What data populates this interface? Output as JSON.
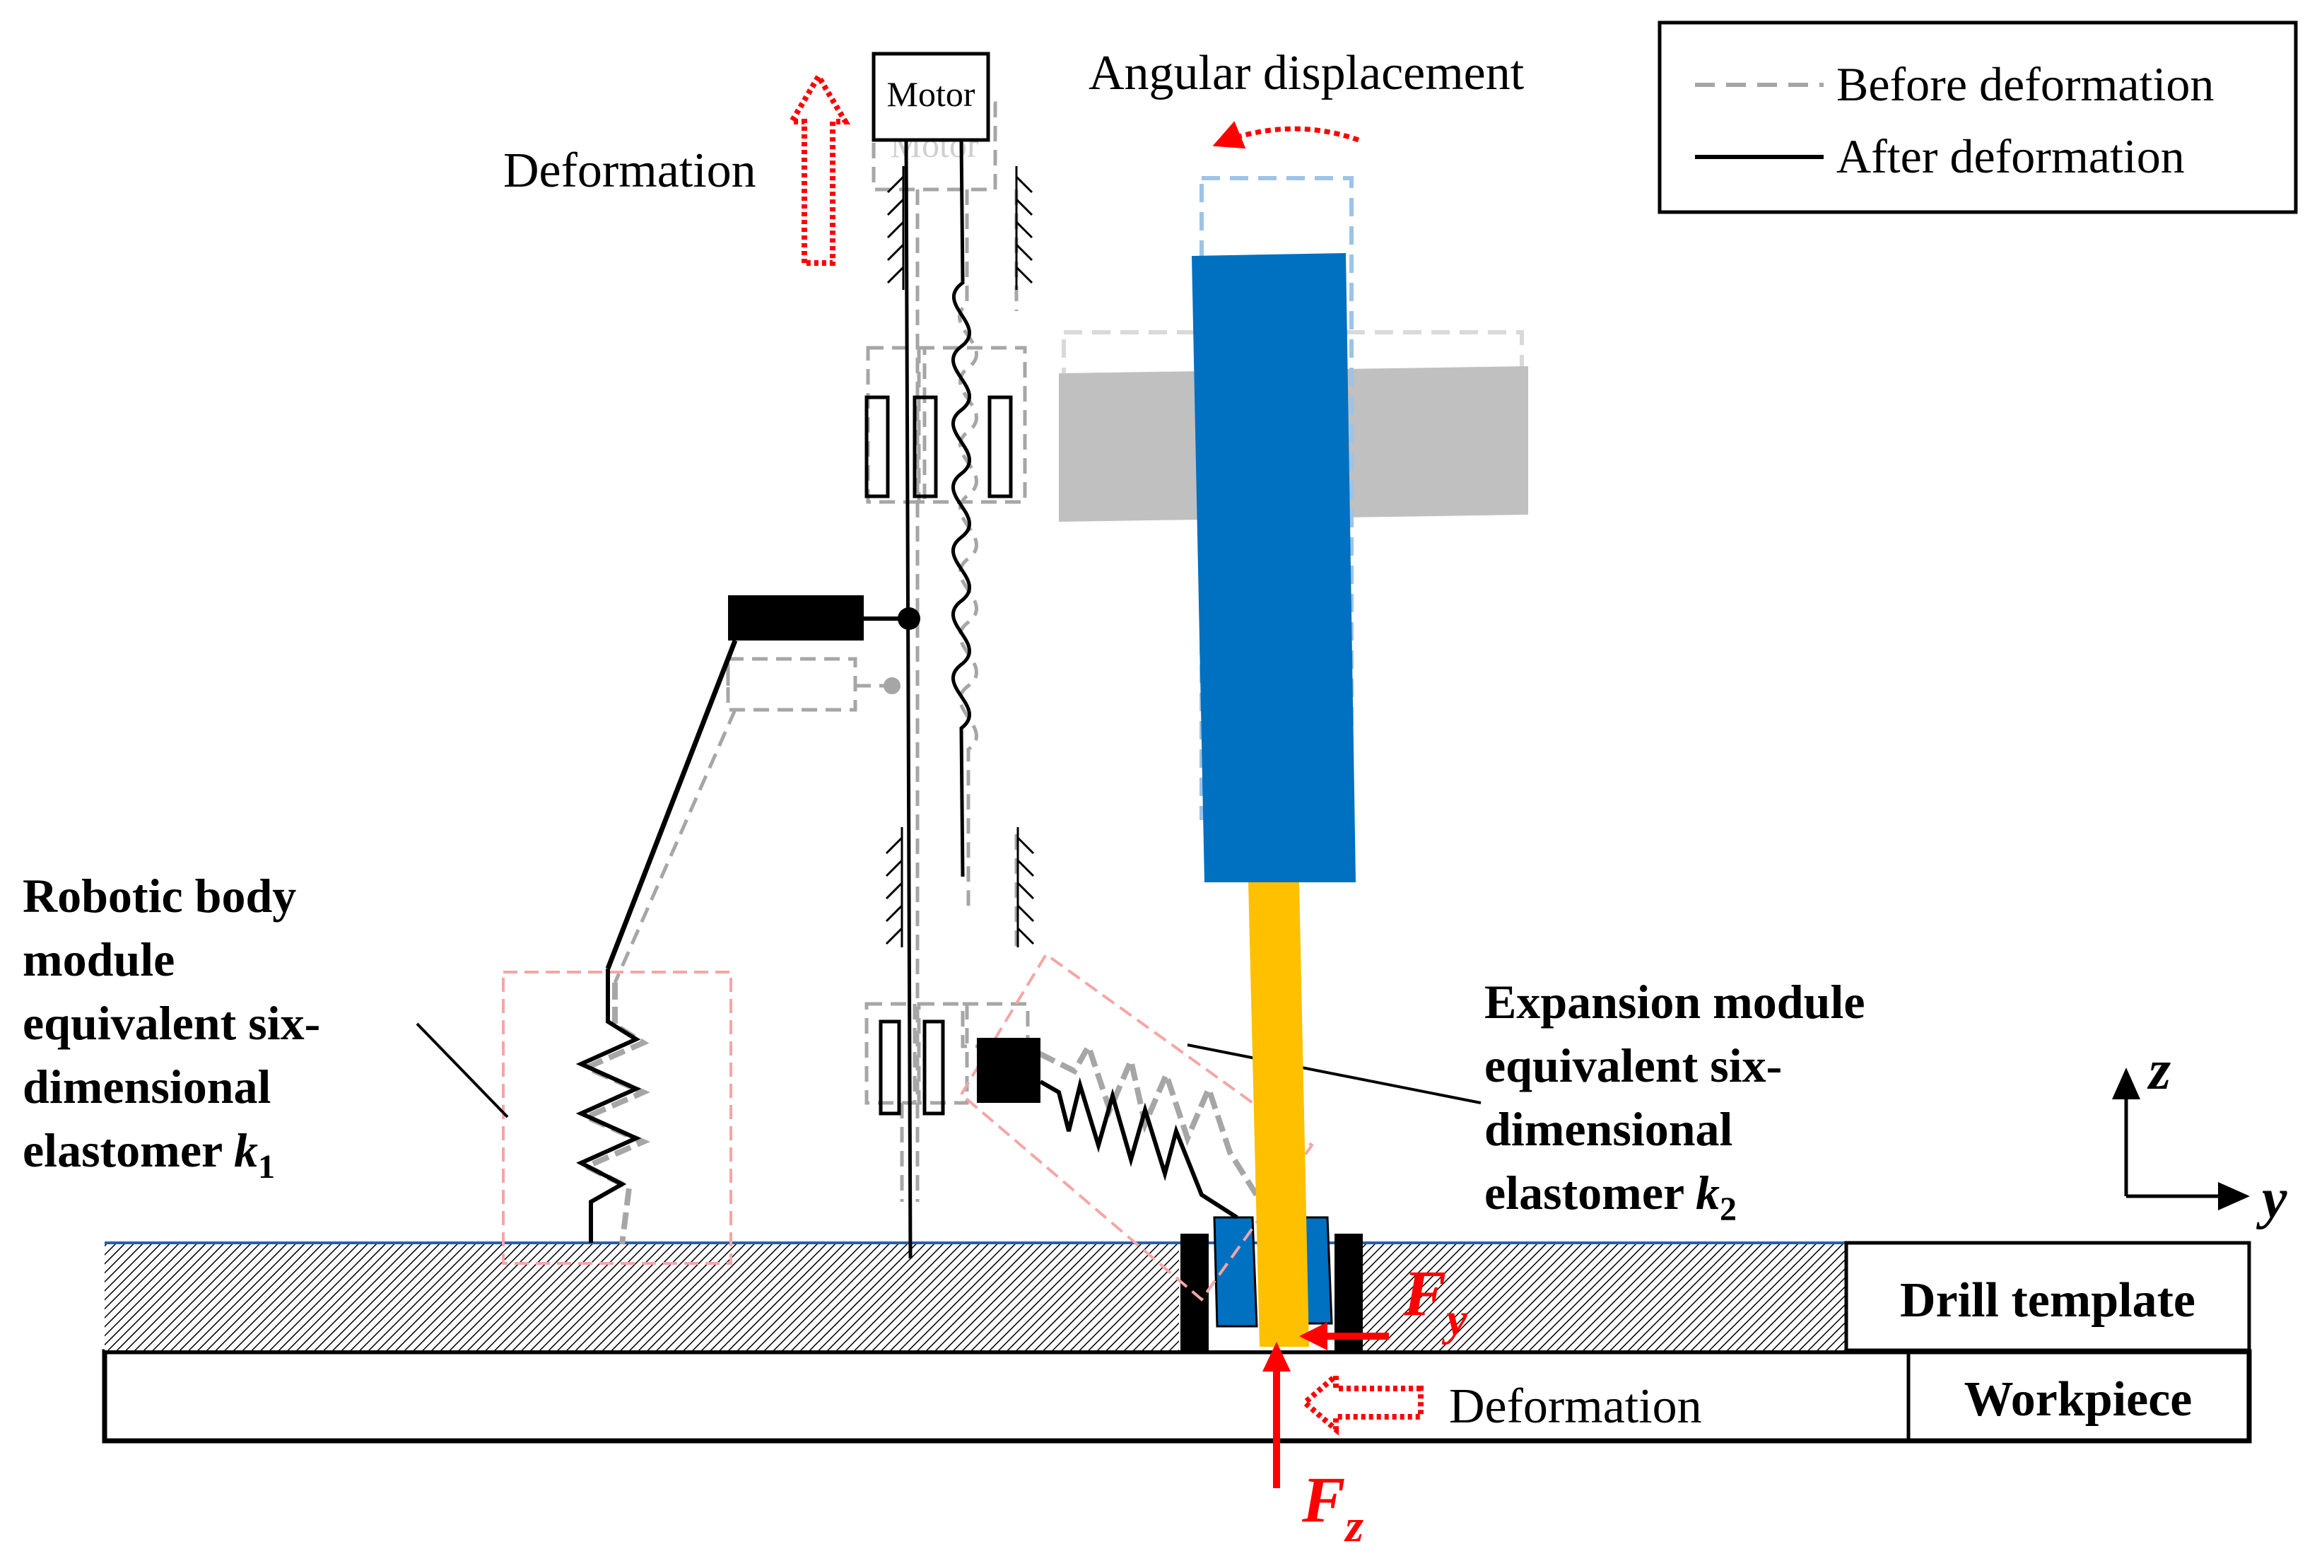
{
  "legend": {
    "before_label": "Before deformation",
    "after_label": "After deformation"
  },
  "labels": {
    "motor_after": "Motor",
    "motor_before": "Motor",
    "deformation_top": "Deformation",
    "angular_displacement": "Angular displacement",
    "deformation_bottom": "Deformation",
    "drill_template": "Drill template",
    "workpiece": "Workpiece"
  },
  "robotic_body": {
    "line1": "Robotic body",
    "line2": "module",
    "line3": "equivalent six-",
    "line4": "dimensional",
    "line5_text": "elastomer ",
    "symbol": "k",
    "subscript": "1"
  },
  "expansion": {
    "line1": "Expansion module",
    "line2": "equivalent six-",
    "line3": "dimensional",
    "line4_text": "elastomer ",
    "symbol": "k",
    "subscript": "2"
  },
  "axes": {
    "z": "z",
    "y": "y"
  },
  "forces": {
    "fy_symbol": "F",
    "fy_sub": "y",
    "fz_symbol": "F",
    "fz_sub": "z"
  },
  "colors": {
    "drill_blue": "#0070C0",
    "drill_gold": "#FFC000",
    "force_red": "#FF0000",
    "before_gray": "#A6A6A6",
    "box_pink": "#F4A6A6",
    "flange_gray": "#C0C0C0"
  }
}
